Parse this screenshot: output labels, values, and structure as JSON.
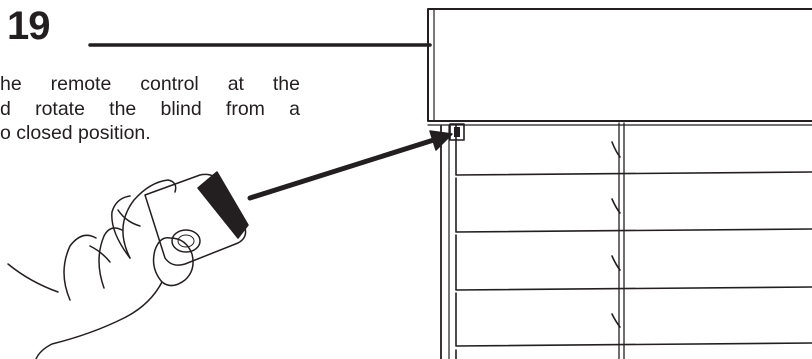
{
  "step": {
    "number": "19"
  },
  "instruction": {
    "lines": [
      "he remote control at the",
      "d rotate the blind from a",
      "o closed position."
    ]
  },
  "colors": {
    "ink": "#231f20",
    "paper": "#ffffff"
  },
  "illustration": {
    "hand_remote": "hand-holding-remote-icon",
    "blind": "blind-with-headrail-icon",
    "arrow": "pointer-arrow-icon",
    "receiver": "ir-receiver-icon"
  }
}
